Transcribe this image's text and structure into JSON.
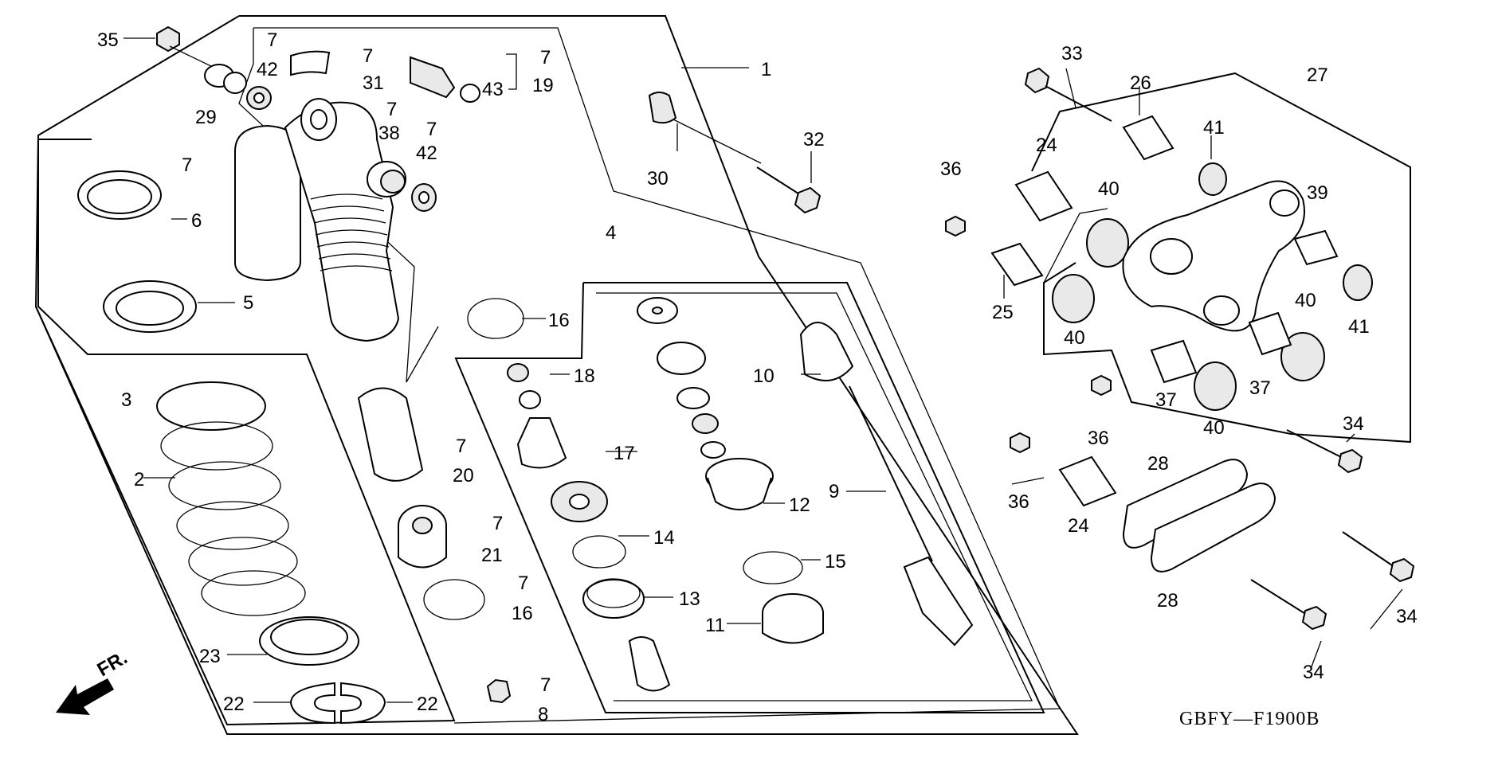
{
  "diagram": {
    "code": "GBFY—F1900B",
    "direction_label": "FR.",
    "labels": {
      "l1": "1",
      "l2": "2",
      "l3": "3",
      "l4": "4",
      "l5": "5",
      "l6": "6",
      "l7a": "7",
      "l7b": "7",
      "l7c": "7",
      "l7d": "7",
      "l7e": "7",
      "l7f": "7",
      "l7g": "7",
      "l7h": "7",
      "l7i": "7",
      "l7j": "7",
      "l8": "8",
      "l9": "9",
      "l10": "10",
      "l11": "11",
      "l12": "12",
      "l13": "13",
      "l14": "14",
      "l15": "15",
      "l16a": "16",
      "l16b": "16",
      "l17": "17",
      "l18": "18",
      "l19": "19",
      "l20": "20",
      "l21": "21",
      "l22a": "22",
      "l22b": "22",
      "l23": "23",
      "l24a": "24",
      "l24b": "24",
      "l25": "25",
      "l26": "26",
      "l27": "27",
      "l28a": "28",
      "l28b": "28",
      "l29": "29",
      "l30": "30",
      "l31": "31",
      "l32": "32",
      "l33": "33",
      "l34a": "34",
      "l34b": "34",
      "l34c": "34",
      "l35": "35",
      "l36a": "36",
      "l36b": "36",
      "l36c": "36",
      "l37a": "37",
      "l37b": "37",
      "l38": "38",
      "l39": "39",
      "l40a": "40",
      "l40b": "40",
      "l40c": "40",
      "l40d": "40",
      "l41a": "41",
      "l41b": "41",
      "l42a": "42",
      "l42b": "42",
      "l43": "43"
    }
  }
}
